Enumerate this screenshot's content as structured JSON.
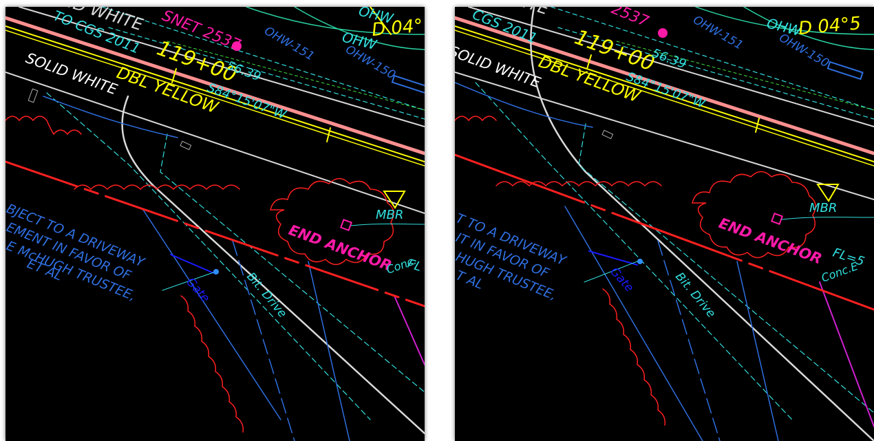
{
  "colors": {
    "background": "#000000",
    "frame": "#ffffff",
    "white": "#d9d9d9",
    "yellow": "#ffff00",
    "cyan": "#33e0e0",
    "teal": "#2ad0a0",
    "magenta": "#ff1aa8",
    "red": "#ff2020",
    "blue": "#2f6fe0",
    "darkblue": "#1a1aff",
    "violet": "#d020d0",
    "pink": "#ff9090",
    "green": "#40e040"
  },
  "labels": {
    "solid_white": "SOLID WHITE",
    "solid_white_top_left": "ID WHITE",
    "solid_white_top_right": "ITE",
    "to_cgs_left": "TO CGS 2011",
    "to_cgs_right": "CGS 2011",
    "snet_left": "SNET 2537",
    "snet_right": "2537",
    "station": "119+00",
    "distance": "56.39",
    "bearing": "S84°15'07\"W",
    "dbl_yellow": "DBL YELLOW",
    "ohw_151": "OHW-151",
    "ohw_150": "OHW-150",
    "ohw": "OHW",
    "ohw_top": "OHW",
    "d_left": "D 04°",
    "d_right": "D 04°5",
    "mbr": "MBR",
    "end_anchor": "END ANCHOR",
    "fl_left": "FL",
    "fl_right": "FL=5",
    "conc_left": "Conc.",
    "conc_right": "Conc.E",
    "gate": "Gate",
    "bit_drive": "Bit. Drive"
  },
  "easement_left": [
    "BJECT TO A DRIVEWAY",
    "EMENT IN FAVOR OF",
    "E McHUGH TRUSTEE,",
    "ET AL"
  ],
  "easement_right": [
    "T TO A DRIVEWAY",
    "IT IN FAVOR OF",
    "HUGH TRUSTEE,",
    "T AL"
  ]
}
